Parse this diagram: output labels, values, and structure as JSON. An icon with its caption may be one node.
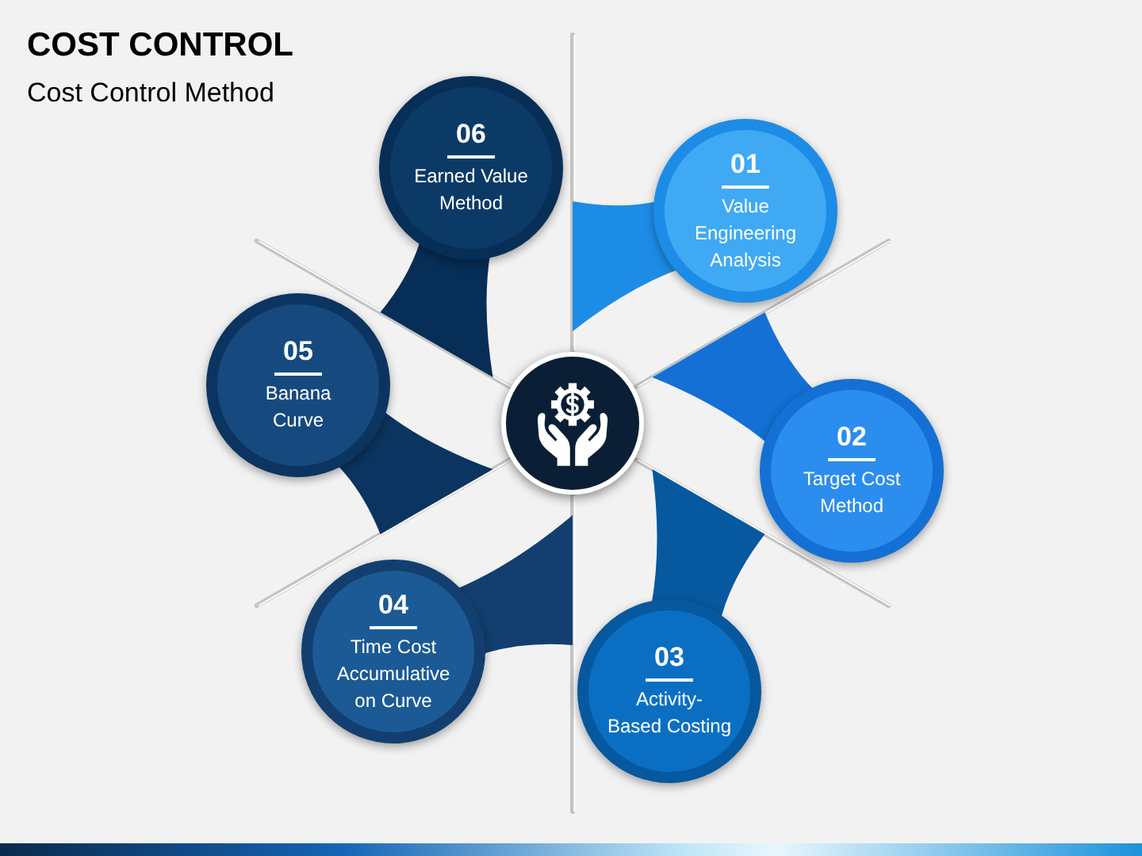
{
  "diagram": {
    "title": "COST CONTROL",
    "nodes": [
      {
        "text": [],
        "shape": "circle"
      },
      {
        "text": [
          "01",
          "Value Engineering Analysis"
        ]
      },
      {
        "text": [
          "02",
          "Target Cost Method"
        ]
      },
      {
        "text": [
          "03",
          "Activity- Based Costing"
        ]
      },
      {
        "text": [
          "04",
          "Time Cost Accumulative on Curve"
        ]
      },
      {
        "text": [
          "05",
          "Banana Curve"
        ]
      },
      {
        "text": [
          "06",
          "Earned Value Method"
        ]
      }
    ],
    "labels": [
      "Cost Control Method"
    ]
  }
}
